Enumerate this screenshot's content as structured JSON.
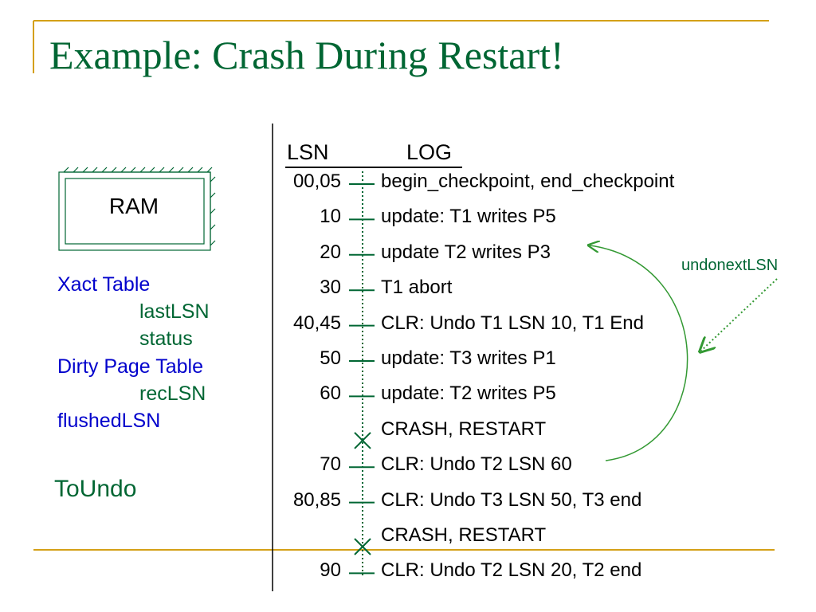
{
  "title": "Example: Crash During Restart!",
  "ram": {
    "label": "RAM"
  },
  "tables": {
    "xact_table": "Xact Table",
    "last_lsn": "lastLSN",
    "status": "status",
    "dirty_page_table": "Dirty Page Table",
    "rec_lsn": "recLSN",
    "flushed_lsn": "flushedLSN"
  },
  "toundo": "ToUndo",
  "log": {
    "lsn_header": "LSN",
    "log_header": "LOG",
    "rows": [
      {
        "lsn": "00,05",
        "entry": "begin_checkpoint, end_checkpoint",
        "marker": "tick"
      },
      {
        "lsn": "10",
        "entry": "update: T1 writes P5",
        "marker": "tick"
      },
      {
        "lsn": "20",
        "entry": "update T2 writes P3",
        "marker": "tick"
      },
      {
        "lsn": "30",
        "entry": "T1 abort",
        "marker": "tick"
      },
      {
        "lsn": "40,45",
        "entry": "CLR: Undo T1 LSN 10, T1 End",
        "marker": "tick"
      },
      {
        "lsn": "50",
        "entry": "update: T3 writes P1",
        "marker": "tick"
      },
      {
        "lsn": "60",
        "entry": "update: T2 writes P5",
        "marker": "tick"
      },
      {
        "lsn": "",
        "entry": "CRASH, RESTART",
        "marker": "cross"
      },
      {
        "lsn": "70",
        "entry": "CLR: Undo T2 LSN 60",
        "marker": "tick"
      },
      {
        "lsn": "80,85",
        "entry": "CLR: Undo T3 LSN 50, T3 end",
        "marker": "tick"
      },
      {
        "lsn": "",
        "entry": "CRASH, RESTART",
        "marker": "cross"
      },
      {
        "lsn": "90",
        "entry": "CLR: Undo T2 LSN 20, T2 end",
        "marker": "tick"
      }
    ]
  },
  "annotation": {
    "undonextlsn": "undonextLSN"
  },
  "colors": {
    "title": "#006633",
    "accent_line": "#d4a017",
    "blue_text": "#0000cc",
    "green_text": "#006633",
    "timeline": "#006633",
    "arrow": "#339933"
  }
}
